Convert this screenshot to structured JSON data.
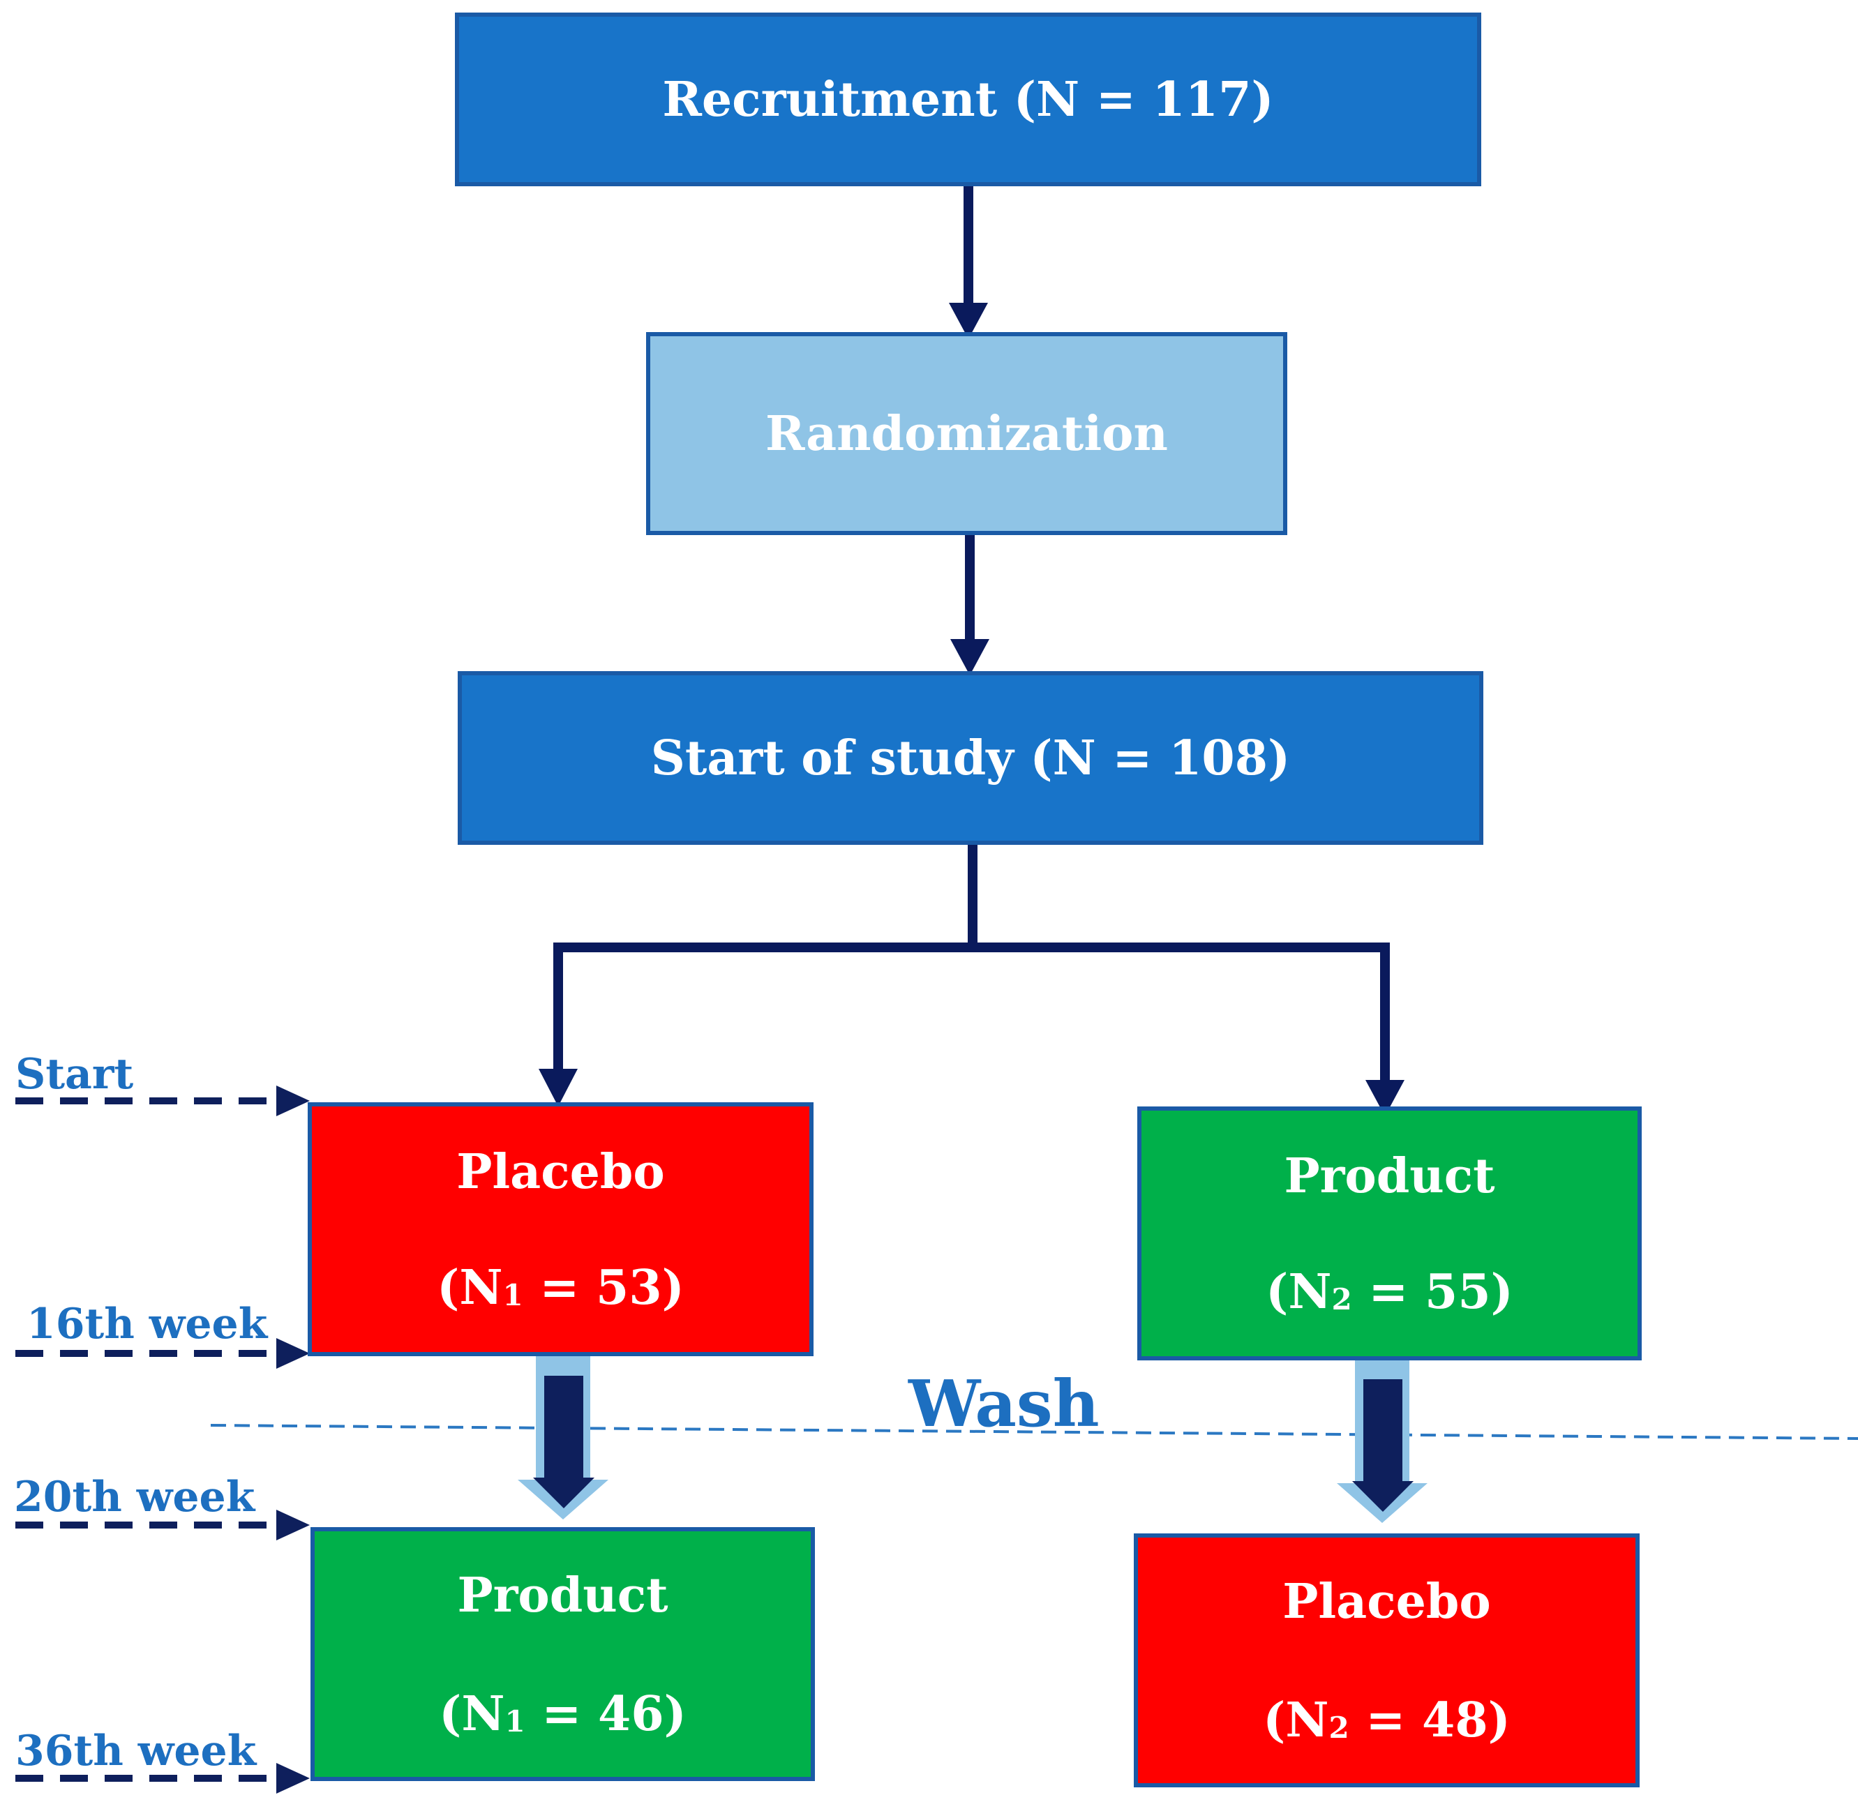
{
  "boxes": {
    "recruitment": "Recruitment (N = 117)",
    "randomization": "Randomization",
    "start_of_study": "Start of study (N = 108)",
    "left_first": {
      "label": "Placebo",
      "count_open": "(N",
      "count_sub": "1",
      "count_close": " = 53)"
    },
    "right_first": {
      "label": "Product",
      "count_open": "(N",
      "count_sub": "2",
      "count_close": " = 55)"
    },
    "left_second": {
      "label": "Product",
      "count_open": "(N",
      "count_sub": "1",
      "count_close": " = 46)"
    },
    "right_second": {
      "label": "Placebo",
      "count_open": "(N",
      "count_sub": "2",
      "count_close": " = 48)"
    }
  },
  "timeline": {
    "start": "Start",
    "week16": "16th week",
    "week20": "20th week",
    "week36": "36th week"
  },
  "wash_label": "Wash",
  "colors": {
    "primary_box": "#1874c9",
    "light_box": "#8fc4e6",
    "placebo": "#ff0000",
    "product": "#00b04a",
    "arrow": "#0a1a5c",
    "timeline_text": "#1d6fc0"
  }
}
